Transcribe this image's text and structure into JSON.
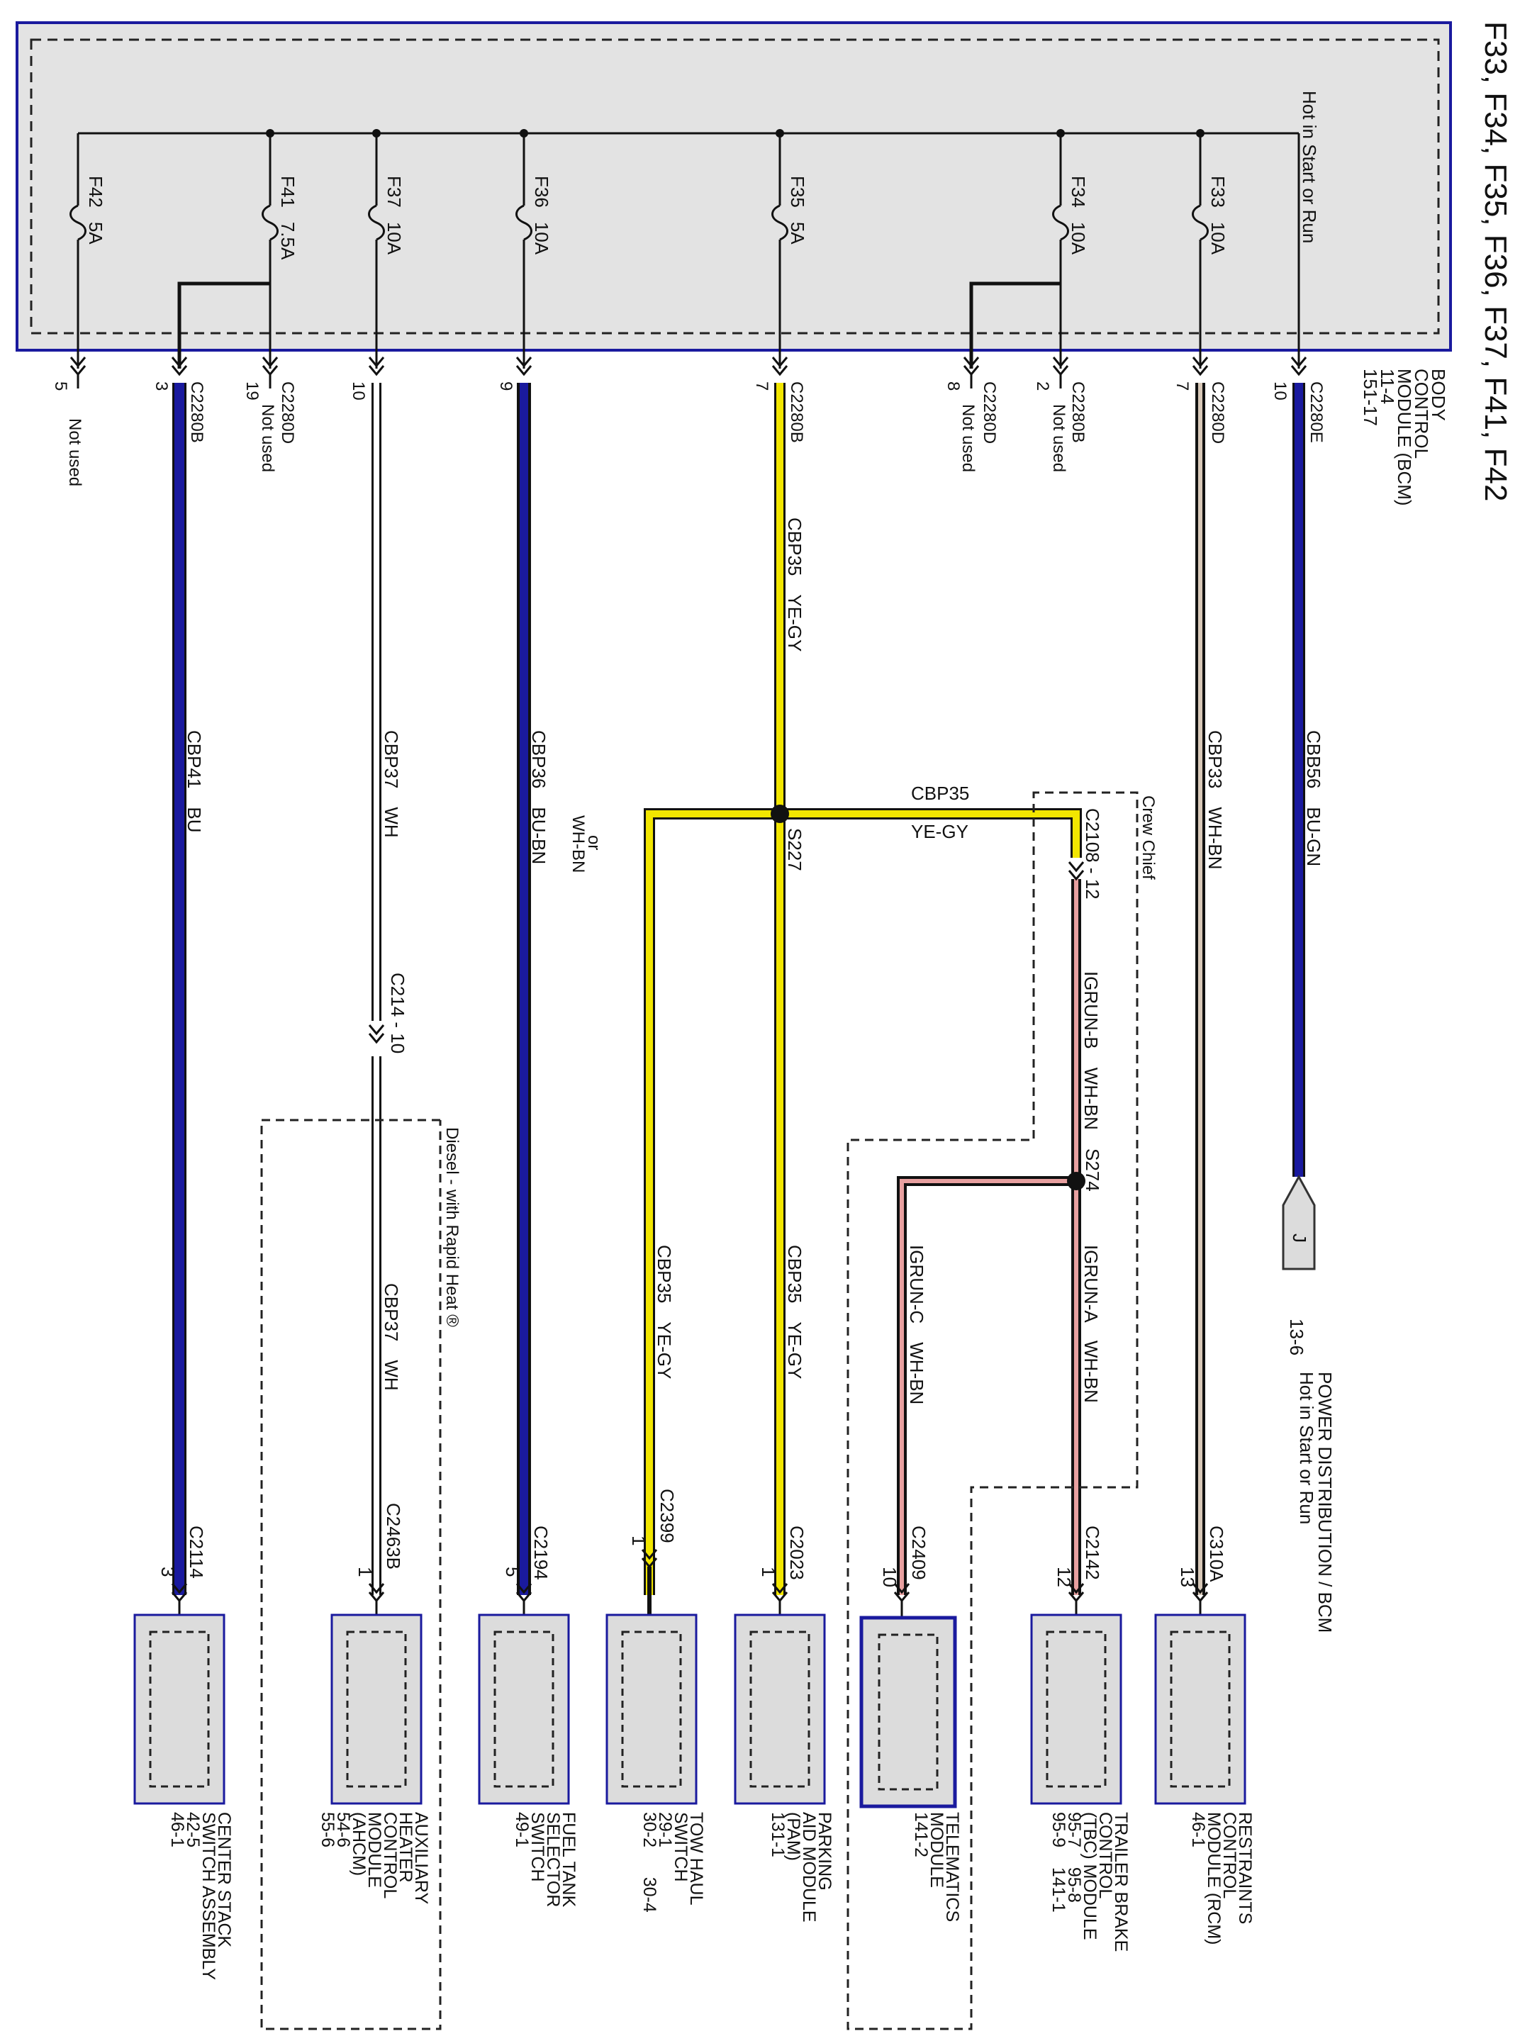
{
  "title": "F33, F34, F35, F36, F37, F41, F42",
  "bcm": {
    "hot_label": "Hot in Start or Run",
    "name_lines": [
      "BODY",
      "CONTROL",
      "MODULE (BCM)",
      "11-4",
      "151-17"
    ]
  },
  "fuses": [
    {
      "id": "F42",
      "rating": "5A"
    },
    {
      "id": "F41",
      "rating": "7.5A"
    },
    {
      "id": "F37",
      "rating": "10A"
    },
    {
      "id": "F36",
      "rating": "10A"
    },
    {
      "id": "F35",
      "rating": "5A"
    },
    {
      "id": "F34",
      "rating": "10A"
    },
    {
      "id": "F33",
      "rating": "10A"
    }
  ],
  "bcm_pins": [
    {
      "pin": "5",
      "connector": "",
      "note": "Not used"
    },
    {
      "pin": "3",
      "connector": "C2280B",
      "note": ""
    },
    {
      "pin": "19",
      "connector": "C2280D",
      "note": "Not used"
    },
    {
      "pin": "10",
      "connector": "",
      "note": ""
    },
    {
      "pin": "9",
      "connector": "",
      "note": ""
    },
    {
      "pin": "7",
      "connector": "C2280B",
      "note": ""
    },
    {
      "pin": "8",
      "connector": "C2280D",
      "note": "Not used"
    },
    {
      "pin": "2",
      "connector": "C2280B",
      "note": "Not used"
    },
    {
      "pin": "7",
      "connector": "C2280D",
      "note": ""
    },
    {
      "pin": "10",
      "connector": "C2280E",
      "note": ""
    }
  ],
  "wire_labels": [
    {
      "circuit": "CBP35",
      "color": "YE-GY"
    },
    {
      "circuit": "CBP41",
      "color": "BU"
    },
    {
      "circuit": "CBP37",
      "color": "WH"
    },
    {
      "circuit": "CBP36",
      "color": "BU-BN"
    },
    {
      "circuit": "CBP33",
      "color": "WH-BN"
    },
    {
      "circuit": "CBB56",
      "color": "BU-GN"
    },
    {
      "circuit": "CBP35",
      "color": "YE-GY"
    },
    {
      "circuit": "IGRUN-B",
      "color": "WH-BN"
    },
    {
      "circuit": "CBP37",
      "color": "WH"
    },
    {
      "circuit": "CBP35",
      "color": "YE-GY"
    },
    {
      "circuit": "CBP35",
      "color": "YE-GY"
    },
    {
      "circuit": "IGRUN-C",
      "color": "WH-BN"
    },
    {
      "circuit": "IGRUN-A",
      "color": "WH-BN"
    }
  ],
  "alt_color_lines": [
    "WH-BN",
    "or"
  ],
  "splices": [
    "S227",
    "S274"
  ],
  "inline_connectors": [
    "C2108 - 12",
    "C214 - 10"
  ],
  "options": {
    "crew_chief": "Crew Chief",
    "diesel": "Diesel - with Rapid Heat ®"
  },
  "power_dist": {
    "tag": "J",
    "ref": "13-6",
    "lines": [
      "POWER DISTRIBUTION / BCM",
      "Hot in Start or Run"
    ]
  },
  "components": [
    {
      "pin": "3",
      "connector": "C2114",
      "lines": [
        "CENTER STACK",
        "SWITCH ASSEMBLY",
        "42-5",
        "46-1"
      ]
    },
    {
      "pin": "1",
      "connector": "C2463B",
      "lines": [
        "AUXILIARY",
        "HEATER",
        "CONTROL",
        "MODULE",
        "(AHCM)",
        "54-6",
        "55-6"
      ]
    },
    {
      "pin": "5",
      "connector": "C2194",
      "lines": [
        "FUEL TANK",
        "SELECTOR",
        "SWITCH",
        "49-1"
      ]
    },
    {
      "pin": "1",
      "connector": "C2399",
      "lines": [
        "TOW HAUL",
        "SWITCH",
        "29-1",
        "30-2      30-4"
      ]
    },
    {
      "pin": "1",
      "connector": "C2023",
      "lines": [
        "PARKING",
        "AID MODULE",
        "(PAM)",
        "131-1"
      ]
    },
    {
      "pin": "10",
      "connector": "C2409",
      "lines": [
        "TELEMATICS",
        "MODULE",
        "141-2"
      ]
    },
    {
      "pin": "12",
      "connector": "C2142",
      "lines": [
        "TRAILER BRAKE",
        "CONTROL",
        "(TBC) MODULE",
        "95-7    95-8",
        "95-9    141-1"
      ]
    },
    {
      "pin": "13",
      "connector": "C310A",
      "lines": [
        "RESTRAINTS",
        "CONTROL",
        "MODULE (RCM)",
        "46-1"
      ]
    }
  ],
  "wire_colors": {
    "blue": "#1a1a9e",
    "yellow": "#f2e600",
    "white": "#ffffff",
    "brown": "#8b5a2b",
    "pink": "#e8a0a0",
    "module_fill": "#dcdcdc",
    "module_border": "#1a1a9e",
    "bcm_fill": "#e3e3e3"
  }
}
